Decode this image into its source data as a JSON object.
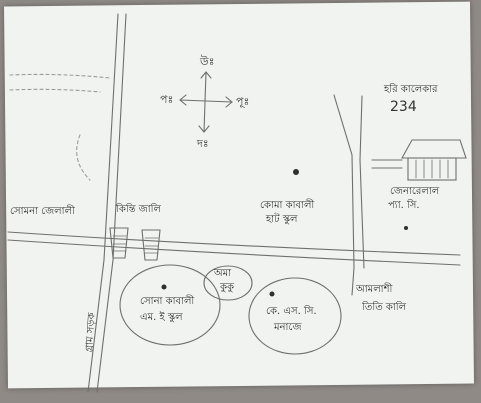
{
  "map": {
    "compass": {
      "north": "উঃ",
      "south": "দঃ",
      "east": "পূঃ",
      "west": "পঃ"
    },
    "landmarks": {
      "top_right_house": "হরি কালেকার",
      "top_right_number": "234",
      "right_house_owner": "জেনারেলাল",
      "right_house_abbr": "প্যা. সি.",
      "left_road_label": "সোমনা জেলালী",
      "center_top_label": "কিন্তি জালি",
      "center_school_line1": "কোমা কাবালী",
      "center_school_line2": "হাট স্কুল",
      "small_circle_line1": "অমা",
      "small_circle_line2": "কুকু",
      "left_circle_line1": "সোনা কাবালী",
      "left_circle_line2": "এম. ই স্কুল",
      "right_circle_line1": "কে. এস. সি.",
      "right_circle_line2": "মনাজে",
      "bottom_right_line1": "আমলাশী",
      "bottom_right_line2": "তিতি কালি",
      "vertical_road_label": "গ্রাম সড়ক"
    }
  }
}
